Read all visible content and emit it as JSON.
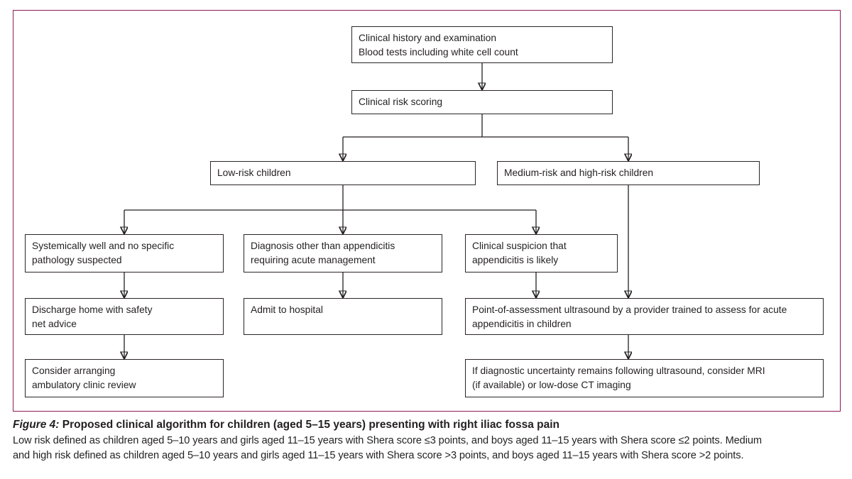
{
  "colors": {
    "frame_color": "#8E1A55",
    "box_border_color": "#2B2428",
    "text_color": "#231F20"
  },
  "nodes": {
    "history": {
      "text": "Clinical history and examination\nBlood tests including white cell count"
    },
    "risk_scoring": {
      "text": "Clinical risk scoring"
    },
    "low_risk": {
      "text": "Low-risk children"
    },
    "medium_high_risk": {
      "text": "Medium-risk and high-risk children"
    },
    "well_no_pathology": {
      "text": "Systemically well and no specific\npathology suspected"
    },
    "other_diagnosis": {
      "text": "Diagnosis other than appendicitis\nrequiring acute management"
    },
    "suspicion_appendicitis": {
      "text": "Clinical suspicion that\nappendicitis is likely"
    },
    "discharge_home": {
      "text": "Discharge home with safety\nnet advice"
    },
    "admit_hospital": {
      "text": "Admit to hospital"
    },
    "ultrasound": {
      "text": "Point-of-assessment ultrasound by a provider trained to assess for acute\nappendicitis in children"
    },
    "clinic_review": {
      "text": "Consider arranging\nambulatory clinic review"
    },
    "mri_ct": {
      "text": "If diagnostic uncertainty remains following ultrasound, consider MRI\n(if available) or low-dose CT imaging"
    }
  },
  "edges": [
    {
      "from": "history",
      "to": "risk_scoring"
    },
    {
      "from": "risk_scoring",
      "to": "low_risk"
    },
    {
      "from": "risk_scoring",
      "to": "medium_high_risk"
    },
    {
      "from": "low_risk",
      "to": "well_no_pathology"
    },
    {
      "from": "low_risk",
      "to": "other_diagnosis"
    },
    {
      "from": "low_risk",
      "to": "suspicion_appendicitis"
    },
    {
      "from": "medium_high_risk",
      "to": "ultrasound"
    },
    {
      "from": "well_no_pathology",
      "to": "discharge_home"
    },
    {
      "from": "other_diagnosis",
      "to": "admit_hospital"
    },
    {
      "from": "suspicion_appendicitis",
      "to": "ultrasound"
    },
    {
      "from": "discharge_home",
      "to": "clinic_review"
    },
    {
      "from": "ultrasound",
      "to": "mri_ct"
    }
  ],
  "caption": {
    "label": "Figure 4:",
    "title": "Proposed clinical algorithm for children (aged 5–15 years) presenting with right iliac fossa pain",
    "body": "Low risk defined as children aged 5–10 years and girls aged 11–15 years with Shera score ≤3 points, and boys aged 11–15 years with Shera score ≤2 points. Medium\nand high risk defined as children aged 5–10 years and girls aged 11–15 years with Shera score >3 points, and boys aged 11–15 years with Shera score >2 points."
  }
}
